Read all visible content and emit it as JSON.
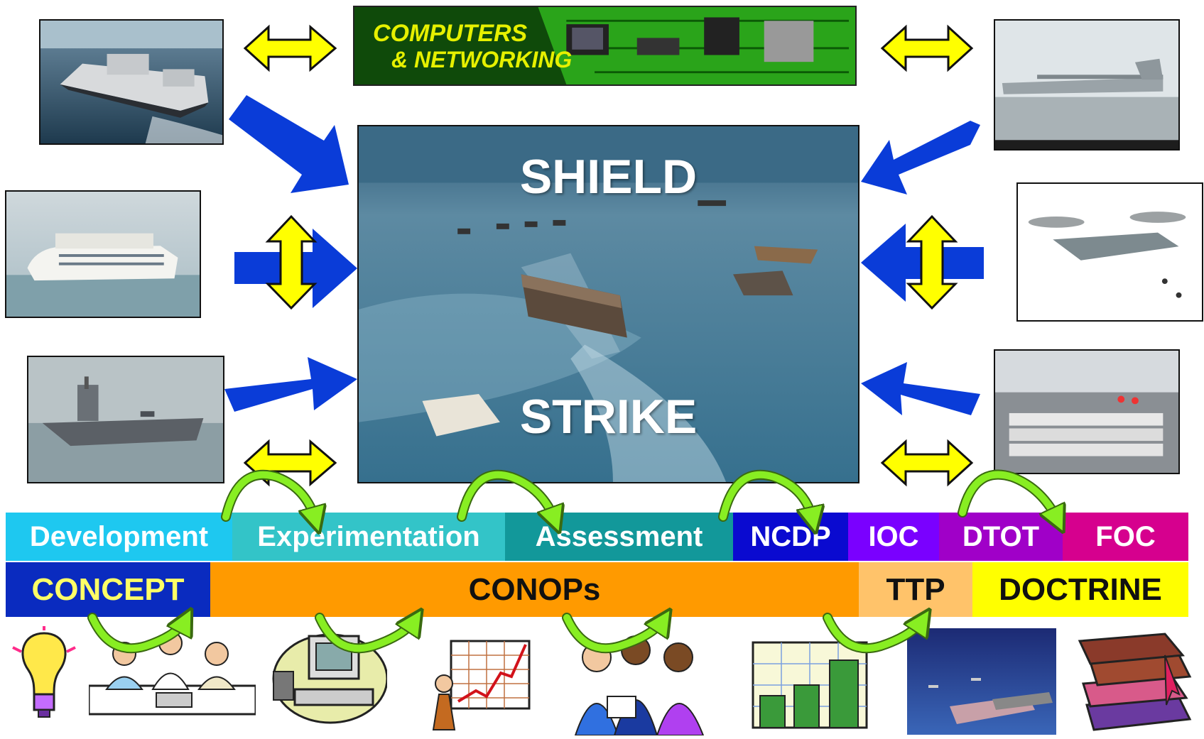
{
  "banner": {
    "line1": "COMPUTERS",
    "line2": "& NETWORKING"
  },
  "center": {
    "top_label": "SHIELD",
    "bottom_label": "STRIKE"
  },
  "phases": [
    {
      "label": "Development",
      "color": "#1ec8f0"
    },
    {
      "label": "Experimentation",
      "color": "#33c4c8"
    },
    {
      "label": "Assessment",
      "color": "#12989a"
    },
    {
      "label": "NCDP",
      "color": "#0a0ad0"
    },
    {
      "label": "IOC",
      "color": "#7a00ff"
    },
    {
      "label": "DTOT",
      "color": "#a000c8"
    },
    {
      "label": "FOC",
      "color": "#d6008e"
    }
  ],
  "stages": [
    {
      "label": "CONCEPT",
      "color": "#0a2bbf",
      "text_color": "#ffff66"
    },
    {
      "label": "CONOPs",
      "color": "#ff9a00",
      "text_color": "#111111"
    },
    {
      "label": "TTP",
      "color": "#ffc36a",
      "text_color": "#111111"
    },
    {
      "label": "DOCTRINE",
      "color": "#ffff00",
      "text_color": "#111111"
    }
  ],
  "colors": {
    "blue_arrow": "#0a3cd8",
    "yellow_arrow": "#ffff00",
    "green_arrow": "#88ee22"
  }
}
